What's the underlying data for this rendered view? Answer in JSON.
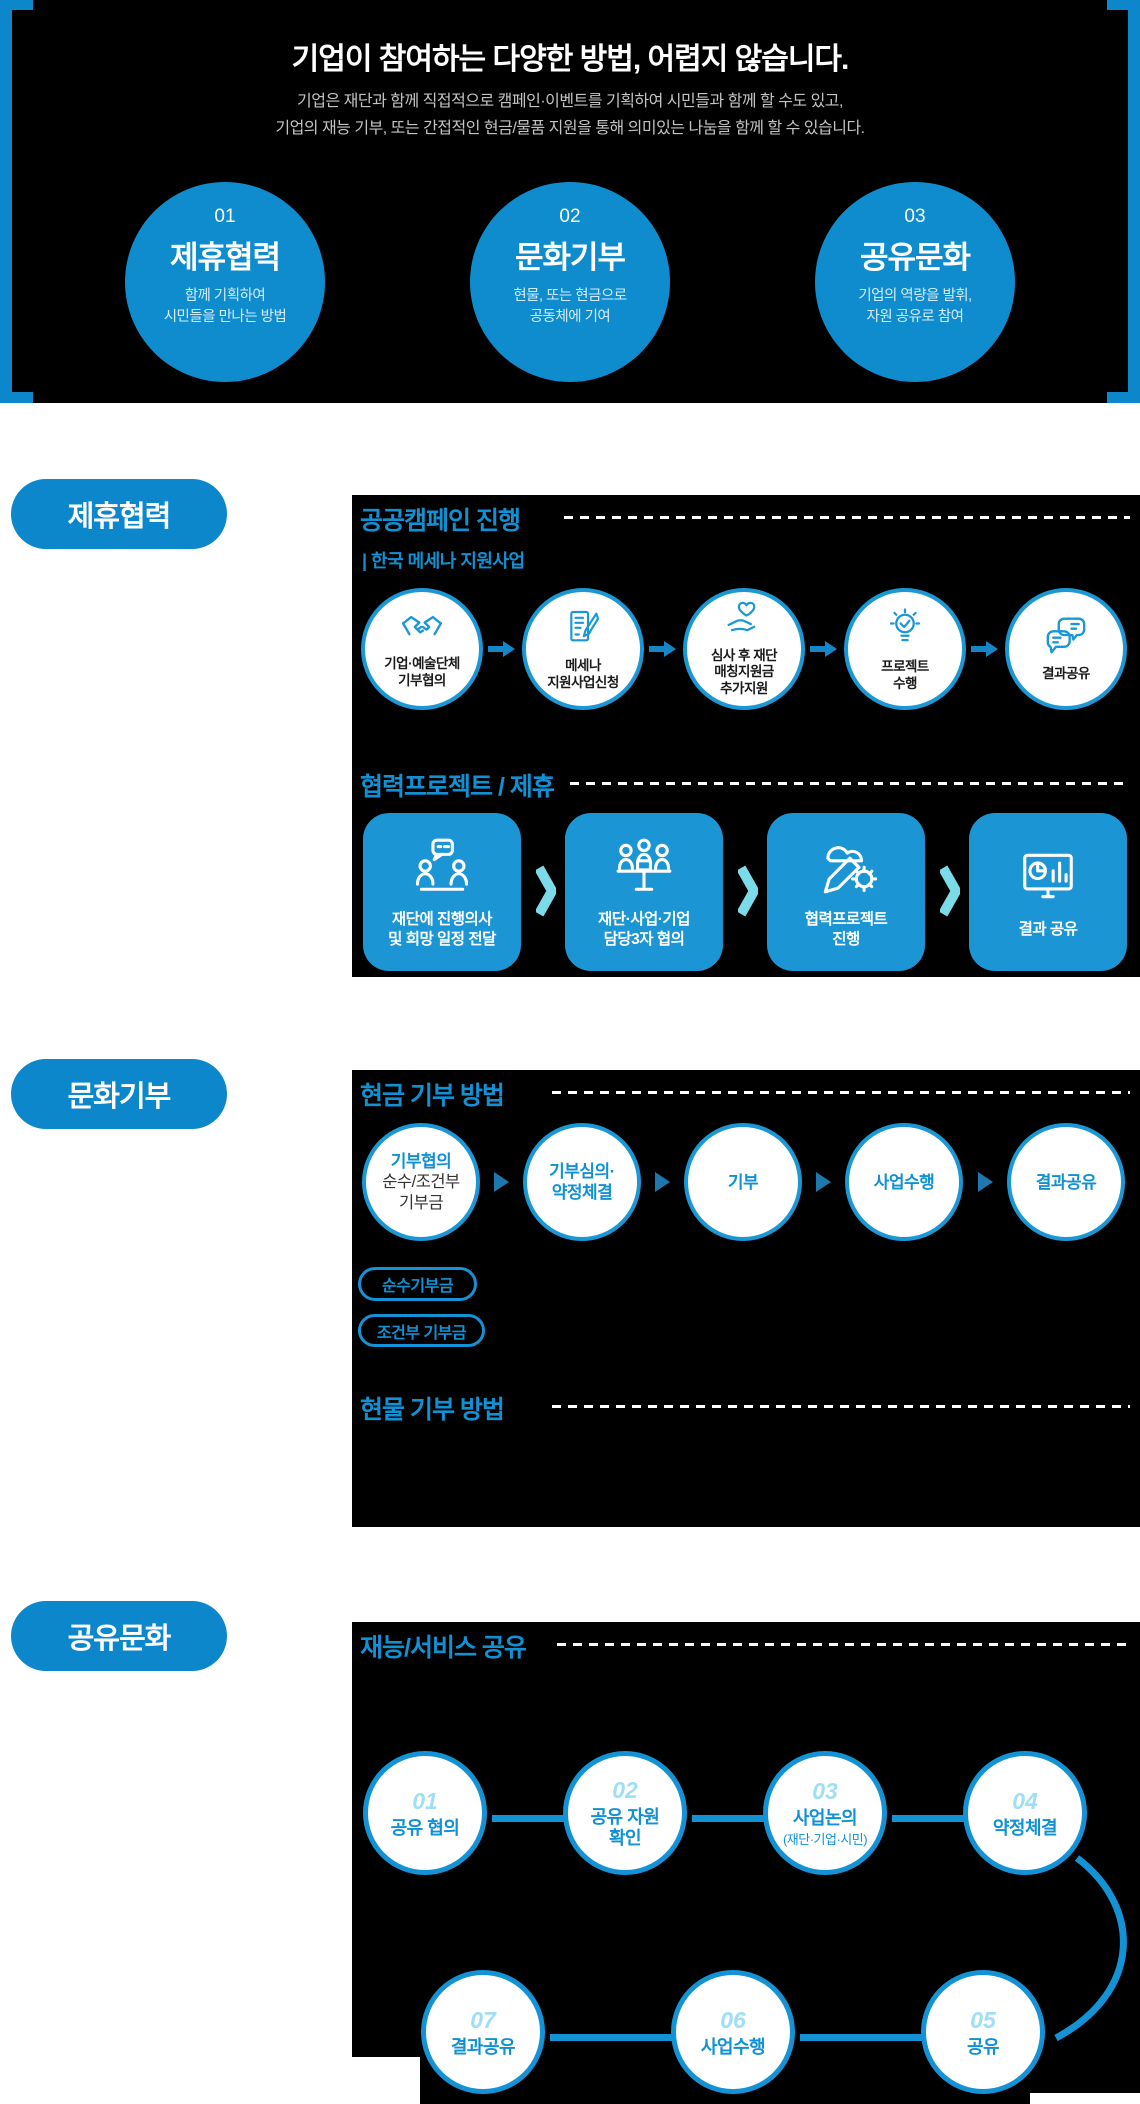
{
  "colors": {
    "primary_blue": "#1191d3",
    "pill_blue": "#0d87cb",
    "circle_fill_blue": "#0f8ccd",
    "box_blue": "#1b95d3",
    "outline_blue": "#1a97d5",
    "chevron_cyan": "#7bdbe9",
    "arrow_steel": "#1e78ad",
    "num_light_blue": "#9edff6",
    "background_black": "#000000"
  },
  "header": {
    "title": "기업이 참여하는 다양한 방법, 어렵지 않습니다.",
    "subtitle_line1": "기업은 재단과 함께 직접적으로 캠페인·이벤트를 기획하여 시민들과 함께 할 수도 있고,",
    "subtitle_line2": "기업의 재능 기부, 또는 간접적인 현금/물품 지원을 통해 의미있는 나눔을 함께 할 수 있습니다.",
    "cards": [
      {
        "number": "01",
        "title": "제휴협력",
        "desc1": "함께 기획하여",
        "desc2": "시민들을 만나는 방법"
      },
      {
        "number": "02",
        "title": "문화기부",
        "desc1": "현물, 또는 현금으로",
        "desc2": "공동체에 기여"
      },
      {
        "number": "03",
        "title": "공유문화",
        "desc1": "기업의 역량을 발휘,",
        "desc2": "자원 공유로 참여"
      }
    ]
  },
  "partnership": {
    "pill": "제휴협력",
    "campaign": {
      "heading": "공공캠페인 진행",
      "subheading": "| 한국 메세나 지원사업",
      "steps": [
        {
          "icon": "handshake-icon",
          "line1": "기업·예술단체",
          "line2": "기부협의"
        },
        {
          "icon": "document-pen-icon",
          "line1": "메세나",
          "line2": "지원사업신청"
        },
        {
          "icon": "hand-heart-icon",
          "line1": "심사 후 재단",
          "line2": "매칭지원금",
          "line3": "추가지원"
        },
        {
          "icon": "bulb-check-icon",
          "line1": "프로젝트",
          "line2": "수행"
        },
        {
          "icon": "chat-bubbles-icon",
          "line1": "결과공유"
        }
      ]
    },
    "collab": {
      "heading": "협력프로젝트 / 제휴",
      "steps": [
        {
          "icon": "people-bubble-icon",
          "line1": "재단에 진행의사",
          "line2": "및 희망 일정 전달"
        },
        {
          "icon": "meeting-table-icon",
          "line1": "재단·사업·기업",
          "line2": "담당3자 협의"
        },
        {
          "icon": "cloud-pencil-gear-icon",
          "line1": "협력프로젝트",
          "line2": "진행"
        },
        {
          "icon": "monitor-chart-icon",
          "line1": "결과 공유"
        }
      ]
    }
  },
  "donation": {
    "pill": "문화기부",
    "cash": {
      "heading": "현금 기부 방법",
      "steps": [
        {
          "head": "기부협의",
          "line1": "순수/조건부",
          "line2": "기부금"
        },
        {
          "head1": "기부심의·",
          "head2": "약정체결"
        },
        {
          "head": "기부"
        },
        {
          "head": "사업수행"
        },
        {
          "head": "결과공유"
        }
      ],
      "tags": [
        "순수기부금",
        "조건부 기부금"
      ]
    },
    "goods": {
      "heading": "현물 기부 방법"
    }
  },
  "sharing": {
    "pill": "공유문화",
    "talent": {
      "heading": "재능/서비스 공유",
      "row1": [
        {
          "num": "01",
          "title": "공유 협의"
        },
        {
          "num": "02",
          "title1": "공유 자원",
          "title2": "확인"
        },
        {
          "num": "03",
          "title": "사업논의",
          "sub": "(재단·기업·시민)"
        },
        {
          "num": "04",
          "title": "약정체결"
        }
      ],
      "row2": [
        {
          "num": "07",
          "title": "결과공유"
        },
        {
          "num": "06",
          "title": "사업수행"
        },
        {
          "num": "05",
          "title": "공유"
        }
      ]
    }
  }
}
